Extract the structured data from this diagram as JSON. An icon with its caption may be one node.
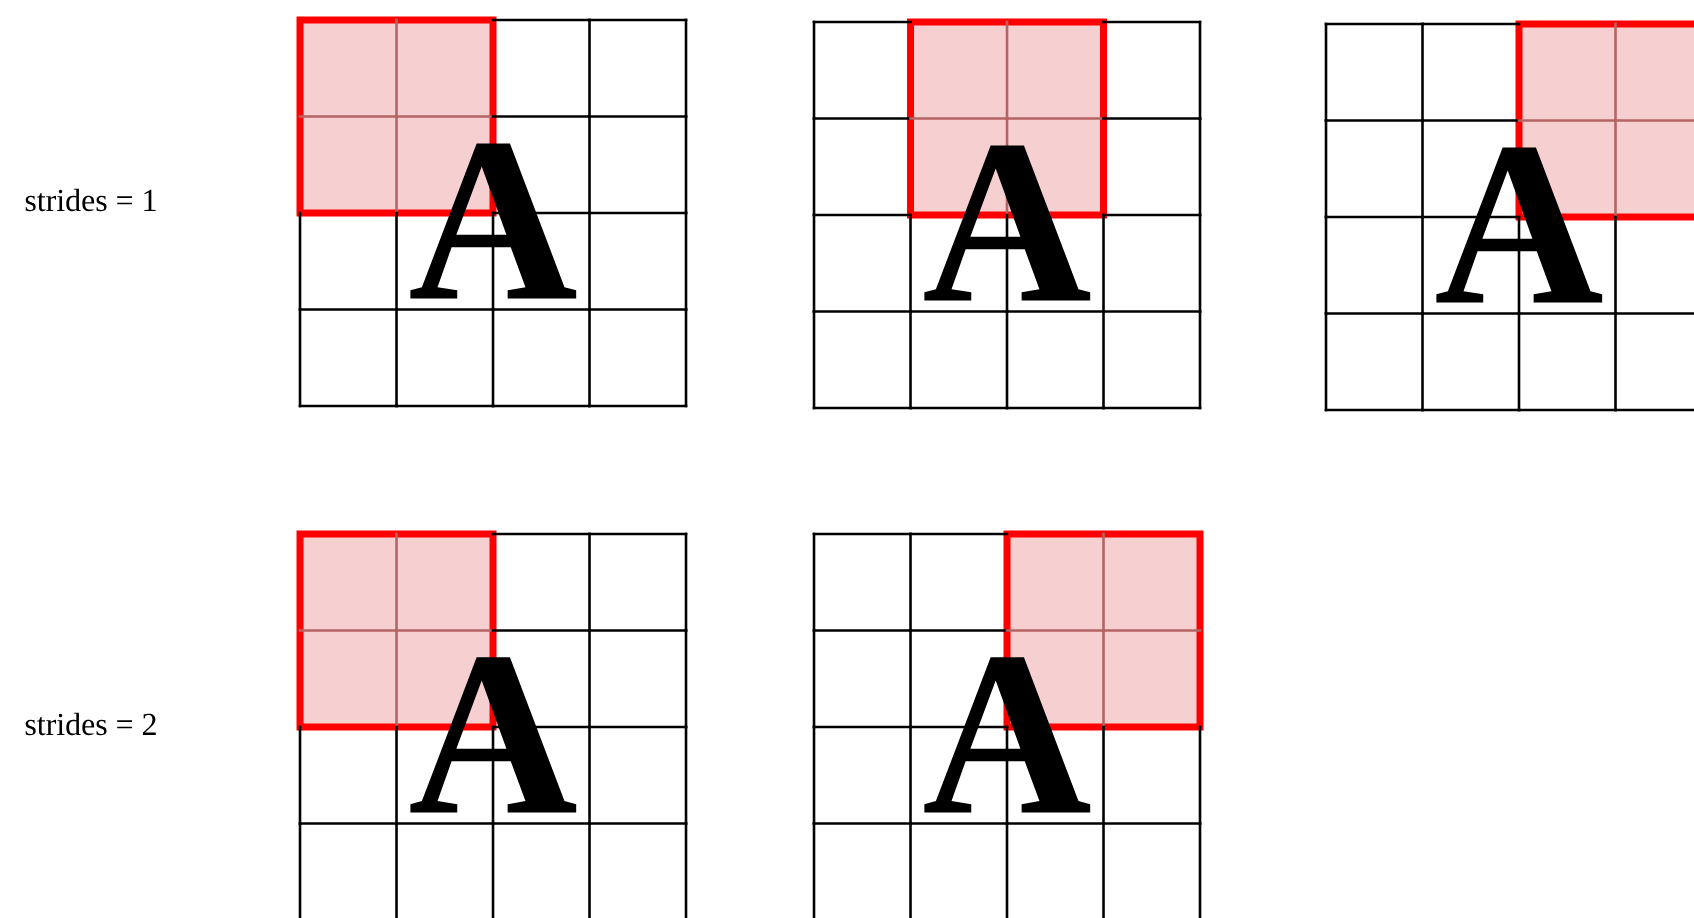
{
  "diagram": {
    "nodes": [
      {
        "text": [
          "A"
        ]
      },
      {
        "text": [
          "A"
        ]
      },
      {
        "text": [
          "A"
        ]
      },
      {
        "text": [
          "A"
        ]
      },
      {
        "text": [
          "A"
        ]
      }
    ],
    "labels": [
      "strides = 1",
      "strides = 2"
    ]
  }
}
